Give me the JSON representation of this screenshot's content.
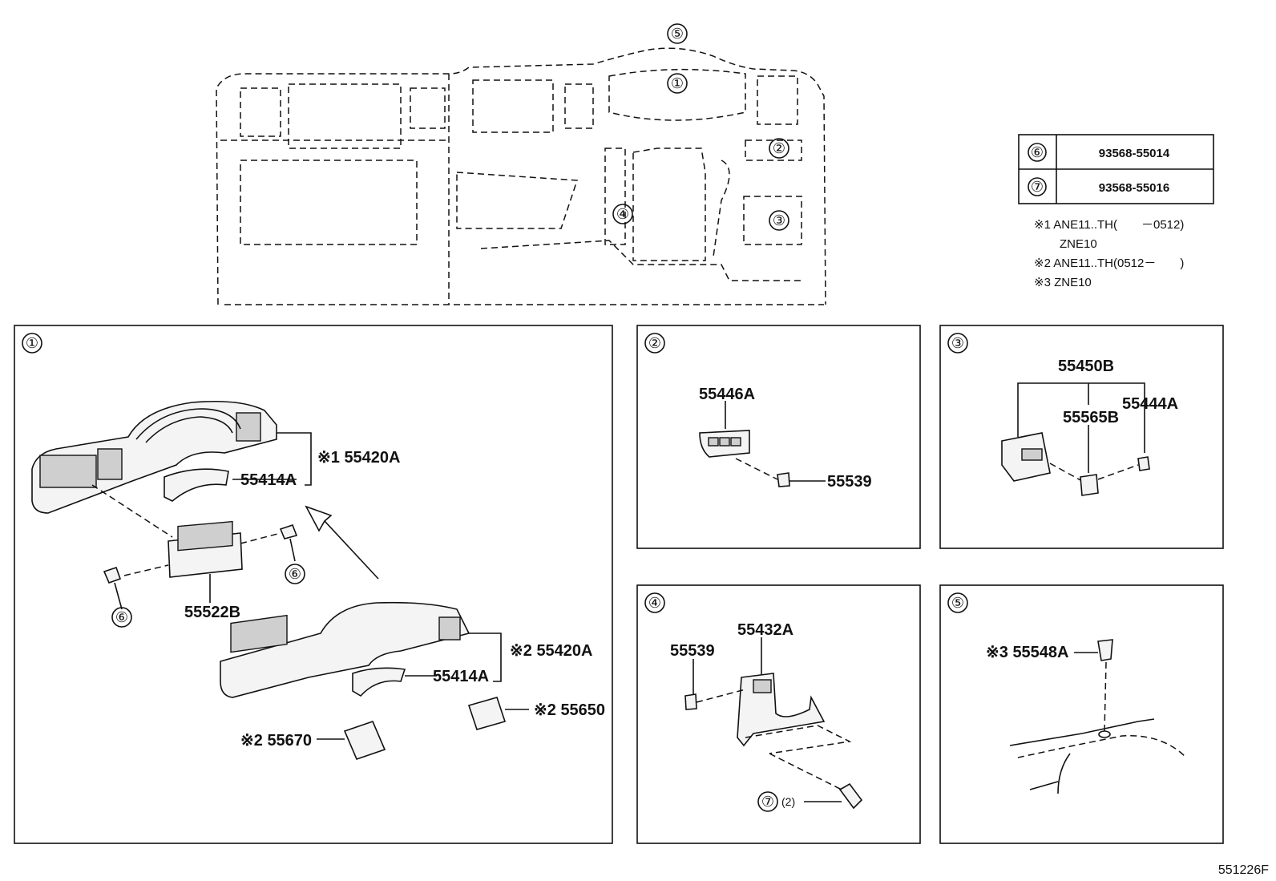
{
  "callouts": {
    "c1": "①",
    "c2": "②",
    "c3": "③",
    "c4": "④",
    "c5": "⑤",
    "c6": "⑥",
    "c7": "⑦"
  },
  "fastener_table": {
    "rows": [
      {
        "ref": "⑥",
        "part": "93568-55014"
      },
      {
        "ref": "⑦",
        "part": "93568-55016"
      }
    ]
  },
  "notes": [
    "※1 ANE11..TH(　　－0512)",
    "ZNE10",
    "※2 ANE11..TH(0512－　　)",
    "※3 ZNE10"
  ],
  "panel1": {
    "labels": {
      "p55420A_1": "※1 55420A",
      "p55414A_1": "55414A",
      "p55522B": "55522B",
      "p55420A_2": "※2 55420A",
      "p55414A_2": "55414A",
      "p55650": "※2 55650",
      "p55670": "※2 55670"
    }
  },
  "panel2": {
    "labels": {
      "p55446A": "55446A",
      "p55539": "55539"
    }
  },
  "panel3": {
    "labels": {
      "p55450B": "55450B",
      "p55444A": "55444A",
      "p55565B": "55565B"
    }
  },
  "panel4": {
    "labels": {
      "p55432A": "55432A",
      "p55539": "55539",
      "qty": "(2)"
    }
  },
  "panel5": {
    "labels": {
      "p55548A": "※3 55548A"
    }
  },
  "figure_code": "551226F"
}
